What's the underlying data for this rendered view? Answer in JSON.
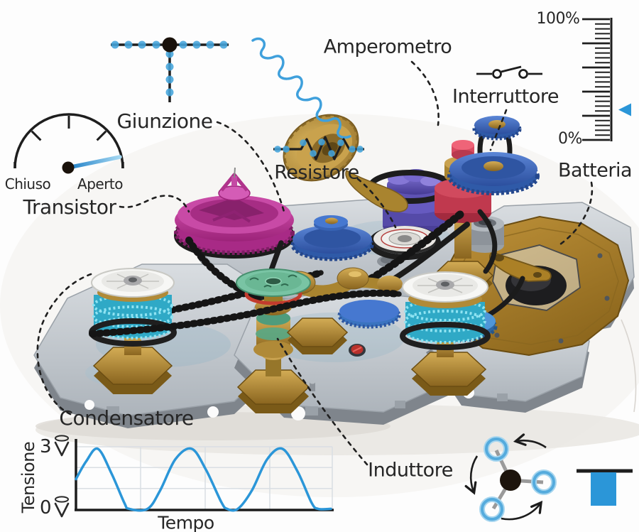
{
  "colors": {
    "accent_blue": "#2b96d8",
    "dot_blue": "#45a5dc",
    "ink": "#232323"
  },
  "component_labels": {
    "amperometro": "Amperometro",
    "interruttore": "Interruttore",
    "giunzione": "Giunzione",
    "resistore": "Resistore",
    "batteria": "Batteria",
    "transistor": "Transistor",
    "condensatore": "Condensatore",
    "induttore": "Induttore"
  },
  "valve_gauge": {
    "left_label": "Chiuso",
    "right_label": "Aperto",
    "needle_points_to": "Aperto"
  },
  "battery_scale": {
    "top_label": "100%",
    "bottom_label": "0%",
    "pointer_percent": 25,
    "pointer_color": "#2b96d8"
  },
  "icons": {
    "junction_symbol": "tee-junction-with-chain-dots",
    "current_wave": "blue-wavy-line",
    "resistor_symbol": "zigzag-resistor-with-chain-dots",
    "switch_symbol": "open-knife-switch",
    "scale_pointer": "left-pointing-triangle",
    "inductor_symbol": "three-rings-rotating-around-hub",
    "tee_bar_symbol": "black-bar-with-blue-block",
    "volt_unit_symbol": "spin-volt-v-with-cap"
  },
  "chart_data": {
    "type": "line",
    "title": "",
    "xlabel": "Tempo",
    "ylabel": "Tensione",
    "y_ticks": [
      {
        "value": 3,
        "label": "3",
        "unit": "spin-volt"
      },
      {
        "value": 0,
        "label": "0",
        "unit": "spin-volt"
      }
    ],
    "ylim": [
      0,
      3
    ],
    "grid": true,
    "legend": "none",
    "series": [
      {
        "name": "Tensione",
        "color": "#2b96d8",
        "points_x_fraction_y_volts": [
          [
            0,
            1.45
          ],
          [
            0.04,
            2.3
          ],
          [
            0.086,
            2.9
          ],
          [
            0.14,
            1.7
          ],
          [
            0.19,
            0.3
          ],
          [
            0.209,
            0.02
          ],
          [
            0.281,
            0.02
          ],
          [
            0.33,
            0.9
          ],
          [
            0.39,
            2.4
          ],
          [
            0.454,
            2.9
          ],
          [
            0.51,
            1.9
          ],
          [
            0.57,
            0.35
          ],
          [
            0.593,
            0.02
          ],
          [
            0.635,
            0.02
          ],
          [
            0.69,
            0.9
          ],
          [
            0.75,
            2.4
          ],
          [
            0.81,
            2.9
          ],
          [
            0.87,
            1.8
          ],
          [
            0.925,
            0.3
          ],
          [
            0.95,
            0.02
          ],
          [
            1.0,
            0.02
          ]
        ]
      }
    ]
  }
}
